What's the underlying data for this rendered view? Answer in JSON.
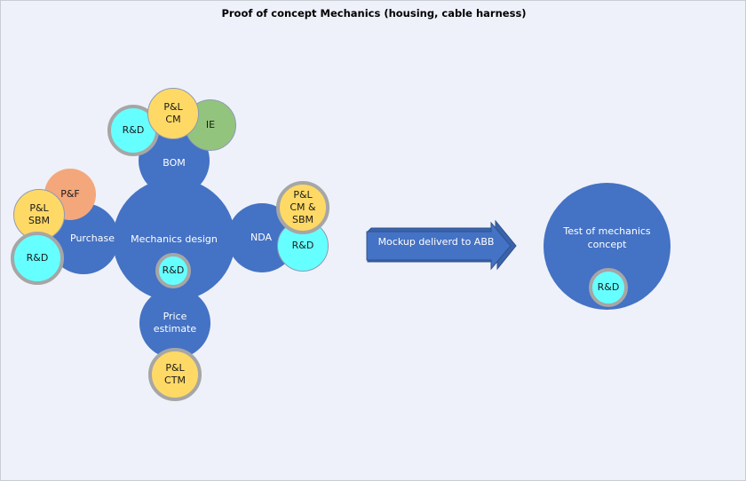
{
  "title": "Proof of concept Mechanics (housing, cable harness)",
  "arrow_label": "Mockup deliverd to ABB",
  "nodes": {
    "bom": "BOM",
    "purchase": "Purchase",
    "mechanics_design": "Mechanics design",
    "nda": "NDA",
    "price_estimate": "Price\nestimate",
    "test_concept": "Test of mechanics\nconcept"
  },
  "tags": {
    "rd": "R&D",
    "pl_cm": "P&L\nCM",
    "ie": "IE",
    "pf": "P&F",
    "pl_sbm": "P&L\nSBM",
    "pl_cm_sbm": "P&L\nCM &\nSBM",
    "pl_ctm": "P&L\nCTM"
  },
  "colors": {
    "blue": "#4472c4",
    "cyan": "#66ffff",
    "yellow": "#ffd966",
    "green": "#93c47d",
    "orange": "#f4a77a",
    "ring": "#a6a6a6",
    "background": "#eef1f9"
  }
}
